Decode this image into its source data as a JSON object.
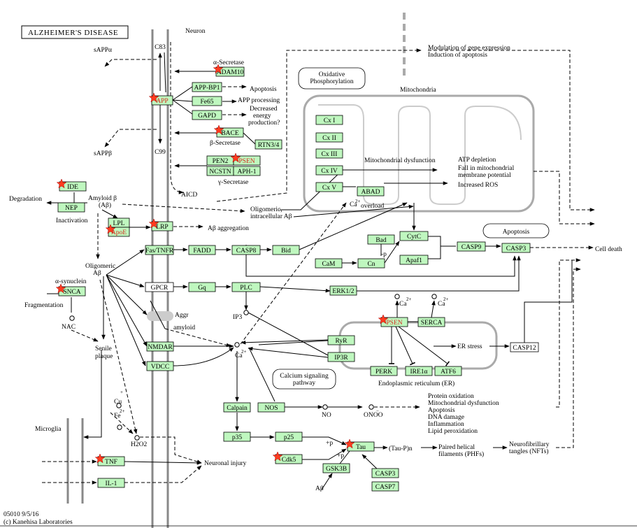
{
  "title": "ALZHEIMER'S DISEASE",
  "footer": {
    "id": "05010 9/5/16",
    "copyright": "(c) Kanehisa Laboratories"
  },
  "highlight_color": "#d52b1e",
  "node_color": "#bff7bf",
  "star_color": "#ff3b1f",
  "nodes": [
    {
      "id": "ADAM10",
      "label": "ADAM10",
      "highlight": false,
      "star": true
    },
    {
      "id": "APP",
      "label": "APP",
      "highlight": true,
      "star": true
    },
    {
      "id": "APPBP1",
      "label": "APP-BP1",
      "highlight": false,
      "star": false
    },
    {
      "id": "Fe65",
      "label": "Fe65",
      "highlight": false,
      "star": false
    },
    {
      "id": "GAPD",
      "label": "GAPD",
      "highlight": false,
      "star": false
    },
    {
      "id": "BACE",
      "label": "BACE",
      "highlight": false,
      "star": true
    },
    {
      "id": "RTN34",
      "label": "RTN3/4",
      "highlight": false,
      "star": false
    },
    {
      "id": "PEN2",
      "label": "PEN2",
      "highlight": false,
      "star": false
    },
    {
      "id": "PSEN1",
      "label": "PSEN",
      "highlight": true,
      "star": true
    },
    {
      "id": "NCSTN",
      "label": "NCSTN",
      "highlight": false,
      "star": false
    },
    {
      "id": "APH1",
      "label": "APH-1",
      "highlight": false,
      "star": false
    },
    {
      "id": "IDE",
      "label": "IDE",
      "highlight": false,
      "star": true
    },
    {
      "id": "NEP",
      "label": "NEP",
      "highlight": false,
      "star": false
    },
    {
      "id": "LPL",
      "label": "LPL",
      "highlight": false,
      "star": false
    },
    {
      "id": "ApoE",
      "label": "ApoE",
      "highlight": true,
      "star": true
    },
    {
      "id": "LRP",
      "label": "LRP",
      "highlight": false,
      "star": true
    },
    {
      "id": "SNCA",
      "label": "SNCA",
      "highlight": false,
      "star": true
    },
    {
      "id": "FasTNFR",
      "label": "Fas/TNFR",
      "highlight": false,
      "star": false
    },
    {
      "id": "FADD",
      "label": "FADD",
      "highlight": false,
      "star": false
    },
    {
      "id": "CASP8",
      "label": "CASP8",
      "highlight": false,
      "star": false
    },
    {
      "id": "Bid",
      "label": "Bid",
      "highlight": false,
      "star": false
    },
    {
      "id": "GPCR",
      "label": "GPCR",
      "highlight": false,
      "star": false,
      "white": true
    },
    {
      "id": "Gq",
      "label": "Gq",
      "highlight": false,
      "star": false
    },
    {
      "id": "PLC",
      "label": "PLC",
      "highlight": false,
      "star": false
    },
    {
      "id": "NMDAR",
      "label": "NMDAR",
      "highlight": false,
      "star": false
    },
    {
      "id": "VDCC",
      "label": "VDCC",
      "highlight": false,
      "star": false
    },
    {
      "id": "CxI",
      "label": "Cx I",
      "highlight": false,
      "star": false
    },
    {
      "id": "CxII",
      "label": "Cx II",
      "highlight": false,
      "star": false
    },
    {
      "id": "CxIII",
      "label": "Cx III",
      "highlight": false,
      "star": false
    },
    {
      "id": "CxIV",
      "label": "Cx IV",
      "highlight": false,
      "star": false
    },
    {
      "id": "CxV",
      "label": "Cx V",
      "highlight": false,
      "star": false
    },
    {
      "id": "ABAD",
      "label": "ABAD",
      "highlight": false,
      "star": false
    },
    {
      "id": "Bad",
      "label": "Bad",
      "highlight": false,
      "star": false
    },
    {
      "id": "CytC",
      "label": "CytC",
      "highlight": false,
      "star": false
    },
    {
      "id": "Apaf1",
      "label": "Apaf1",
      "highlight": false,
      "star": false
    },
    {
      "id": "CASP9",
      "label": "CASP9",
      "highlight": false,
      "star": false
    },
    {
      "id": "CASP3a",
      "label": "CASP3",
      "highlight": false,
      "star": false
    },
    {
      "id": "CaM",
      "label": "CaM",
      "highlight": false,
      "star": false
    },
    {
      "id": "Cn",
      "label": "Cn",
      "highlight": false,
      "star": false
    },
    {
      "id": "ERK12",
      "label": "ERK1/2",
      "highlight": false,
      "star": false
    },
    {
      "id": "PSEN2",
      "label": "PSEN",
      "highlight": true,
      "star": true
    },
    {
      "id": "SERCA",
      "label": "SERCA",
      "highlight": false,
      "star": false
    },
    {
      "id": "RyR",
      "label": "RyR",
      "highlight": false,
      "star": false
    },
    {
      "id": "IP3R",
      "label": "IP3R",
      "highlight": false,
      "star": false
    },
    {
      "id": "PERK",
      "label": "PERK",
      "highlight": false,
      "star": false
    },
    {
      "id": "IRE1a",
      "label": "IRE1α",
      "highlight": false,
      "star": false
    },
    {
      "id": "ATF6",
      "label": "ATF6",
      "highlight": false,
      "star": false
    },
    {
      "id": "CASP12",
      "label": "CASP12",
      "highlight": false,
      "star": false,
      "white": true
    },
    {
      "id": "Calpain",
      "label": "Calpain",
      "highlight": false,
      "star": false
    },
    {
      "id": "NOS",
      "label": "NOS",
      "highlight": false,
      "star": false
    },
    {
      "id": "p35",
      "label": "p35",
      "highlight": false,
      "star": false
    },
    {
      "id": "p25",
      "label": "p25",
      "highlight": false,
      "star": false
    },
    {
      "id": "Cdk5",
      "label": "Cdk5",
      "highlight": false,
      "star": true
    },
    {
      "id": "Tau",
      "label": "Tau",
      "highlight": false,
      "star": true
    },
    {
      "id": "GSK3B",
      "label": "GSK3B",
      "highlight": false,
      "star": false
    },
    {
      "id": "CASP3b",
      "label": "CASP3",
      "highlight": false,
      "star": false
    },
    {
      "id": "CASP7",
      "label": "CASP7",
      "highlight": false,
      "star": false
    },
    {
      "id": "TNF",
      "label": "TNF",
      "highlight": false,
      "star": true
    },
    {
      "id": "IL1",
      "label": "IL-1",
      "highlight": false,
      "star": false
    }
  ],
  "round_boxes": [
    {
      "id": "oxphos",
      "lines": [
        "Oxidative",
        "Phosphorylation"
      ]
    },
    {
      "id": "apoptosis",
      "lines": [
        "Apoptosis"
      ]
    },
    {
      "id": "calcium",
      "lines": [
        "Calcium signaling",
        "pathway"
      ]
    }
  ],
  "labels": {
    "neuron": "Neuron",
    "sappa": "sAPPα",
    "c83": "C83",
    "a_secretase": "α-Secretase",
    "apoptosis1": "Apoptosis",
    "app_processing": "APP processing",
    "decreased": "Decreased",
    "energy": "energy",
    "production": "production?",
    "b_secretase": "β-Secretase",
    "sappb": "sAPPβ",
    "c99": "C99",
    "g_secretase": "γ-Secretase",
    "aicd": "AICD",
    "mod_gene": "Modulation of gene expression",
    "induction": "Induction of apoptosis",
    "mitochondria": "Mitochondria",
    "mito_dys": "Mitochondrial dysfunction",
    "atp": "ATP depletion",
    "fall1": "Fall in mitochondrial",
    "fall2": "membrane potential",
    "ros": "Increased ROS",
    "degradation": "Degradation",
    "amyloid1": "Amyloid β",
    "amyloid2": "(Aβ)",
    "inactivation": "Inactivation",
    "oligomeric_intra1": "Oligomeric,",
    "oligomeric_intra2": "intracellular Aβ",
    "ca_overload": "overload",
    "ab_aggregation": "Aβ aggregation",
    "p_label": "-p",
    "oligomeric1": "Oligomeric",
    "oligomeric2": "Aβ",
    "a_synuclein": "α-synuclein",
    "fragmentation": "Fragmentation",
    "nac": "NAC",
    "aggr1": "Aggr",
    "aggr2": "amyloid",
    "ip3": "IP3",
    "senile1": "Senile",
    "senile2": "plaque",
    "er_stress": "ER stress",
    "er_label": "Endoplasmic reticulum (ER)",
    "cell_death": "Cell death",
    "protein_ox": "Protein oxidation",
    "mito_dys2": "Mitochondrial dysfunction",
    "apoptosis2": "Apoptosis",
    "dna_damage": "DNA damage",
    "inflammation": "Inflammation",
    "lipid_perox": "Lipid peroxidation",
    "no": "NO",
    "onoo": "ONOO",
    "cu": "Cu",
    "fe": "Fe",
    "h2o2": "H2O2",
    "microglia": "Microglia",
    "neuronal_injury": "Neuronal injury",
    "taup": "(Tau-P)n",
    "phf1": "Paired helical",
    "phf2": "filaments (PHFs)",
    "nft1": "Neurofibrillary",
    "nft2": "tangles (NFTs)",
    "ab_bottom": "Aβ",
    "plus_p1": "+p",
    "plus_p2": "+p",
    "ca_main": "Ca",
    "ca_er1": "Ca",
    "ca_er2": "Ca",
    "ca_mito": "Ca",
    "sup_2plus": "2+",
    "sup_2plus_b": "2+",
    "sup_2plus_c": "2+",
    "sup_2plus_d": "2+",
    "sup_plus": "+",
    "sup_2plus_fe": "2+",
    "sup_minus": "−"
  }
}
